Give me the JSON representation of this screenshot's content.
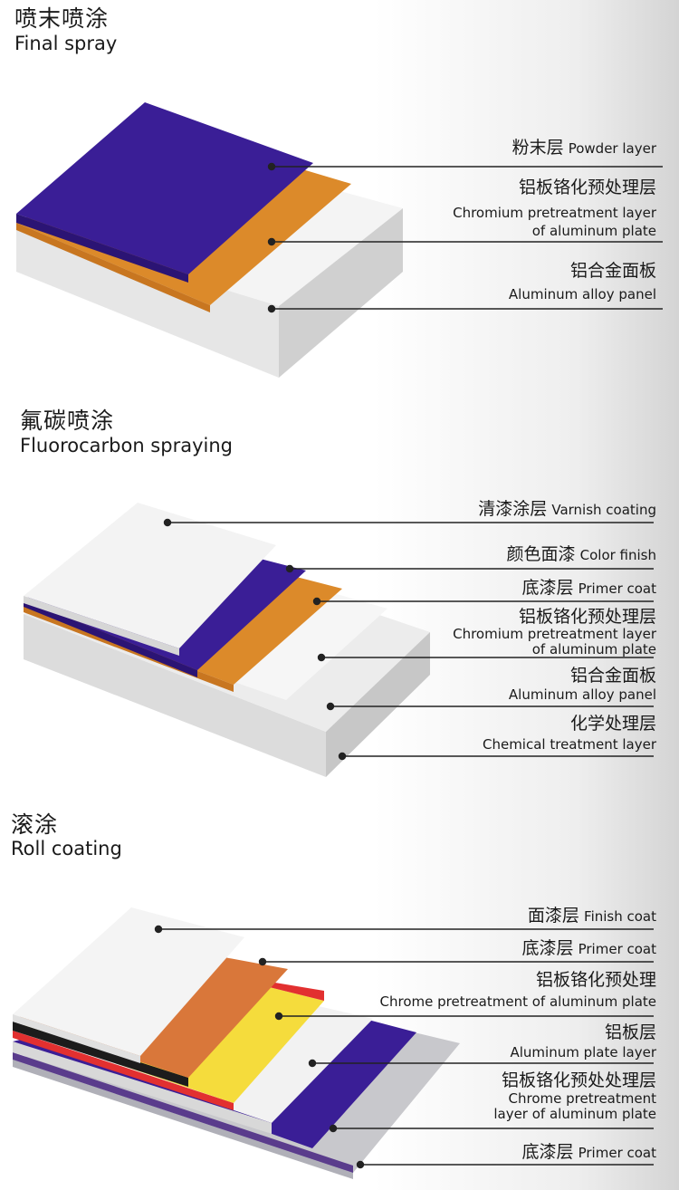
{
  "sections": [
    {
      "title_cn": "喷末喷涂",
      "title_en": "Final spray",
      "labels": [
        {
          "cn": "粉末层",
          "en": "Powder layer"
        },
        {
          "cn": "铝板铬化预处理层"
        },
        {
          "en": "Chromium pretreatment layer"
        },
        {
          "en": "of aluminum plate"
        },
        {
          "cn": "铝合金面板"
        },
        {
          "en": "Aluminum alloy panel"
        }
      ]
    },
    {
      "title_cn": "氟碳喷涂",
      "title_en": "Fluorocarbon spraying",
      "labels": [
        {
          "cn": "清漆涂层",
          "en": "Varnish coating"
        },
        {
          "cn": "颜色面漆",
          "en": "Color finish"
        },
        {
          "cn": "底漆层",
          "en": "Primer coat"
        },
        {
          "cn": "铝板铬化预处理层"
        },
        {
          "en": "Chromium pretreatment layer"
        },
        {
          "en": "of aluminum plate"
        },
        {
          "cn": "铝合金面板"
        },
        {
          "en": "Aluminum alloy panel"
        },
        {
          "cn": "化学处理层"
        },
        {
          "en": "Chemical treatment layer"
        }
      ]
    },
    {
      "title_cn": "滚涂",
      "title_en": "Roll coating",
      "labels": [
        {
          "cn": "面漆层",
          "en": "Finish coat"
        },
        {
          "cn": "底漆层",
          "en": "Primer coat"
        },
        {
          "cn": "铝板铬化预处理"
        },
        {
          "en": "Chrome pretreatment of aluminum plate"
        },
        {
          "cn": "铝板层"
        },
        {
          "en": "Aluminum plate layer"
        },
        {
          "cn": "铝板铬化预处处理层"
        },
        {
          "en": "Chrome pretreatment"
        },
        {
          "en": "layer of aluminum plate"
        },
        {
          "cn": "底漆层",
          "en": "Primer coat"
        }
      ]
    }
  ],
  "colors": {
    "purple": "#3a1e96",
    "orange": "#dc8a2a",
    "orange_dark": "#d9773a",
    "yellow": "#f5dc3c",
    "red": "#e23030",
    "black": "#1c1c1c",
    "white": "#f5f5f5",
    "light_gray": "#e8e8e8",
    "mid_gray": "#d2d2d2",
    "dark_gray": "#b8b8bc",
    "leader": "#222222"
  }
}
